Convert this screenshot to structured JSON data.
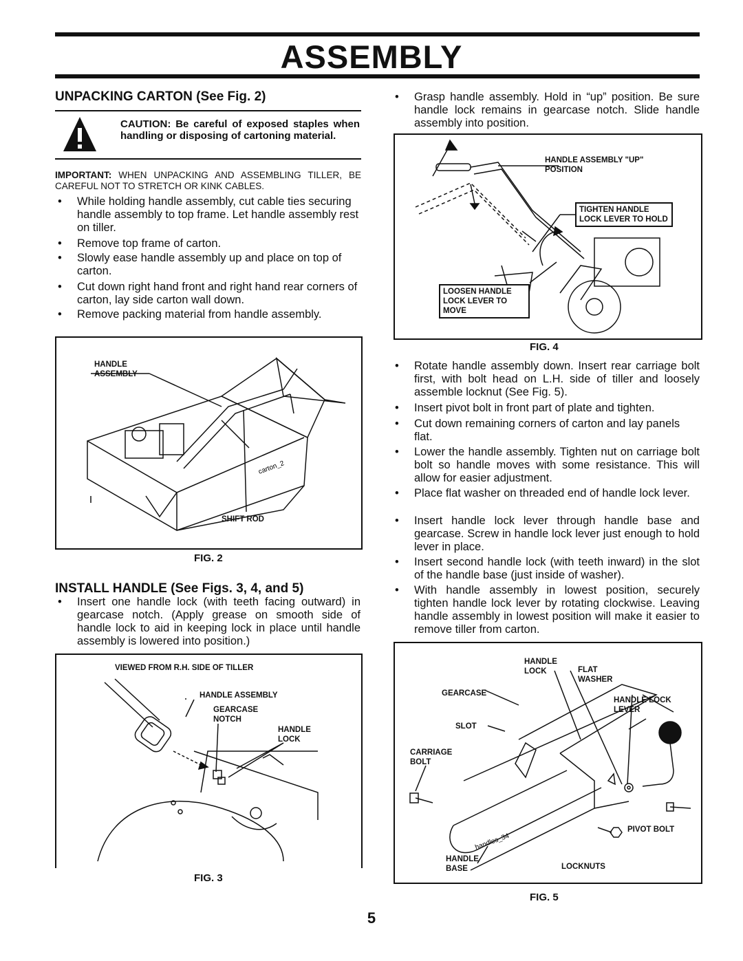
{
  "page": {
    "title": "ASSEMBLY",
    "number": "5"
  },
  "unpack": {
    "heading": "UNPACKING CARTON (See Fig. 2)",
    "caution": "CAUTION:  Be careful of exposed staples when handling or disposing of cartoning material.",
    "important_label": "IMPORTANT:",
    "important_text": "WHEN UNPACKING AND ASSEMBLING TILLER, BE CAREFUL NOT TO STRETCH OR KINK CABLES.",
    "bullets": [
      "While holding handle assembly, cut cable ties securing handle assembly to top frame.  Let handle assembly rest on tiller.",
      "Remove top frame of carton.",
      "Slowly ease handle assembly up and place on top of carton.",
      "Cut down right hand front and right hand rear corners of carton, lay side carton wall down.",
      "Remove packing material from handle assembly."
    ]
  },
  "fig2": {
    "caption": "FIG. 2",
    "labels": {
      "handle_assembly": "HANDLE ASSEMBLY",
      "shift_rod": "SHIFT ROD",
      "ref": "carton_2"
    }
  },
  "install": {
    "heading": "INSTALL HANDLE (See Figs. 3, 4, and 5)",
    "bullets": [
      "Insert one handle lock (with teeth facing outward) in gearcase notch.  (Apply grease on smooth side of handle lock to aid in keeping lock in place until handle assembly is lowered into position.)"
    ]
  },
  "fig3": {
    "caption": "FIG. 3",
    "labels": {
      "title": "VIEWED FROM R.H. SIDE OF TILLER",
      "handle_assembly": "HANDLE ASSEMBLY",
      "gearcase_notch": "GEARCASE NOTCH",
      "handle_lock": "HANDLE LOCK"
    }
  },
  "right": {
    "bullets_top": [
      "Grasp handle assembly. Hold in “up” position.  Be sure handle lock remains in gearcase notch.  Slide handle assembly into position."
    ],
    "bullets_mid": [
      "Rotate handle assembly down. Insert rear carriage bolt first, with bolt head on L.H. side of tiller and loosely assemble locknut (See Fig. 5).",
      "Insert pivot bolt in front part of plate and tighten.",
      "Cut down remaining corners of carton and lay panels flat.",
      "Lower the handle assembly.  Tighten nut on carriage bolt bolt so handle moves with some resistance.  This will allow for easier adjustment.",
      "Place flat washer on threaded end of handle lock lever.",
      "Insert handle lock lever through handle base and gearcase. Screw in handle lock lever just enough to hold lever in place.",
      "Insert second handle lock (with teeth inward) in the slot of the handle base (just inside of washer).",
      "With handle assembly in lowest position, securely tighten handle lock lever by rotating clockwise.  Leaving handle assembly in lowest position will make it easier to remove tiller from carton."
    ]
  },
  "fig4": {
    "caption": "FIG. 4",
    "labels": {
      "up": "HANDLE ASSEMBLY \"UP\" POSITION",
      "tighten": "TIGHTEN HANDLE LOCK LEVER TO HOLD",
      "loosen": "LOOSEN HANDLE LOCK LEVER TO MOVE"
    }
  },
  "fig5": {
    "caption": "FIG. 5",
    "labels": {
      "handle_lock": "HANDLE LOCK",
      "flat_washer": "FLAT WASHER",
      "gearcase": "GEARCASE",
      "lever": "HANDLE LOCK LEVER",
      "slot": "SLOT",
      "carriage_bolt": "CARRIAGE BOLT",
      "pivot_bolt": "PIVOT BOLT",
      "handle_base": "HANDLE BASE",
      "locknuts": "LOCKNUTS",
      "ref": "handles_34"
    }
  }
}
